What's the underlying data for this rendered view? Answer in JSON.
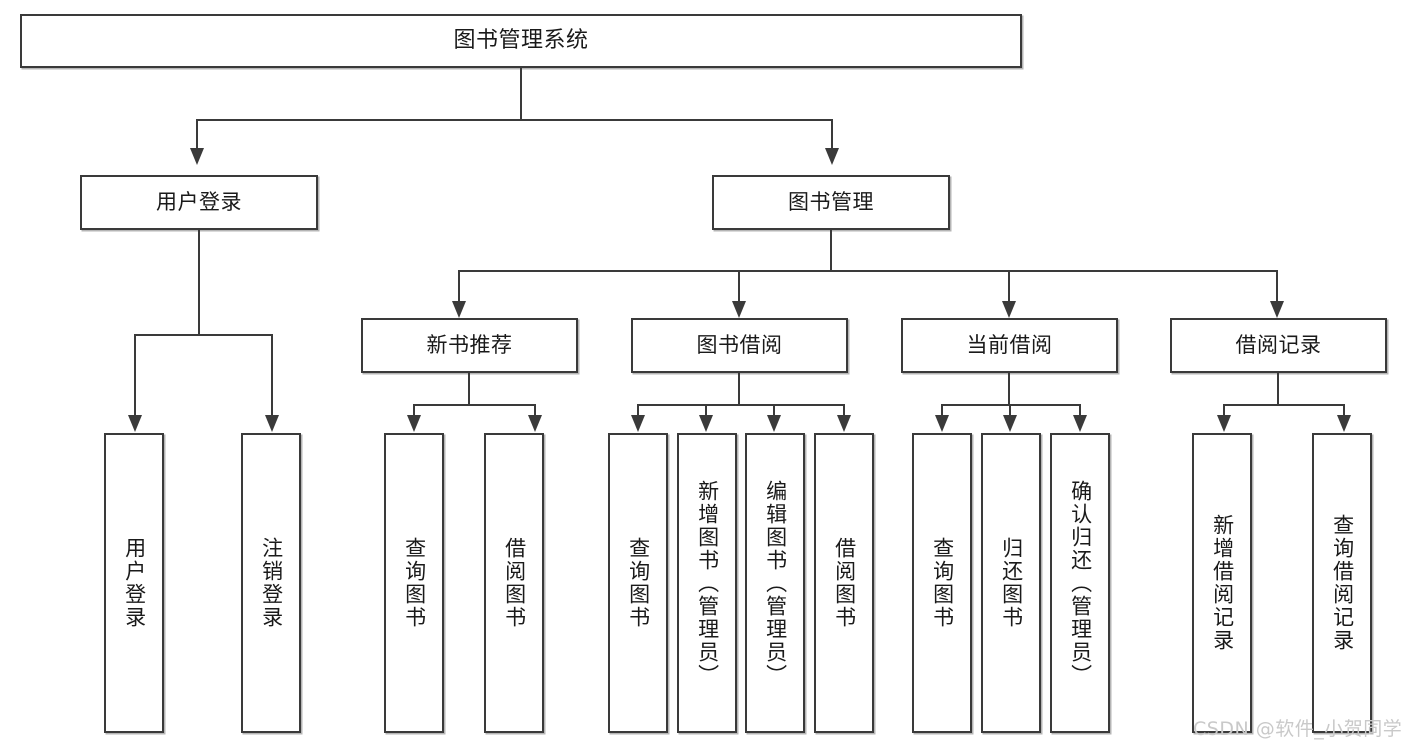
{
  "diagram": {
    "title": "图书管理系统",
    "type": "tree-hierarchy-diagram",
    "watermark": "CSDN @软件_小贺同学",
    "nodes": {
      "root": {
        "label": "图书管理系统"
      },
      "level1": [
        {
          "id": "user-login",
          "label": "用户登录"
        },
        {
          "id": "book-management",
          "label": "图书管理"
        }
      ],
      "level2": [
        {
          "id": "new-book-recommend",
          "label": "新书推荐"
        },
        {
          "id": "book-borrow",
          "label": "图书借阅"
        },
        {
          "id": "current-borrow",
          "label": "当前借阅"
        },
        {
          "id": "borrow-record",
          "label": "借阅记录"
        }
      ],
      "leaves": [
        {
          "id": "leaf-user-login",
          "label": "用户登录",
          "parent": "user-login"
        },
        {
          "id": "leaf-logout",
          "label": "注销登录",
          "parent": "user-login"
        },
        {
          "id": "leaf-query-book-1",
          "label": "查询图书",
          "parent": "new-book-recommend"
        },
        {
          "id": "leaf-borrow-book-1",
          "label": "借阅图书",
          "parent": "new-book-recommend"
        },
        {
          "id": "leaf-query-book-2",
          "label": "查询图书",
          "parent": "book-borrow"
        },
        {
          "id": "leaf-add-book",
          "label": "新增图书（管理员）",
          "parent": "book-borrow"
        },
        {
          "id": "leaf-edit-book",
          "label": "编辑图书（管理员）",
          "parent": "book-borrow"
        },
        {
          "id": "leaf-borrow-book-2",
          "label": "借阅图书",
          "parent": "book-borrow"
        },
        {
          "id": "leaf-query-book-3",
          "label": "查询图书",
          "parent": "current-borrow"
        },
        {
          "id": "leaf-return-book",
          "label": "归还图书",
          "parent": "current-borrow"
        },
        {
          "id": "leaf-confirm-return",
          "label": "确认归还（管理员）",
          "parent": "current-borrow"
        },
        {
          "id": "leaf-add-record",
          "label": "新增借阅记录",
          "parent": "borrow-record"
        },
        {
          "id": "leaf-query-record",
          "label": "查询借阅记录",
          "parent": "borrow-record"
        }
      ]
    },
    "colors": {
      "stroke": "#3a3a3a",
      "fill": "#ffffff",
      "text": "#1a1a1a",
      "watermark": "#c9c9c9"
    }
  }
}
